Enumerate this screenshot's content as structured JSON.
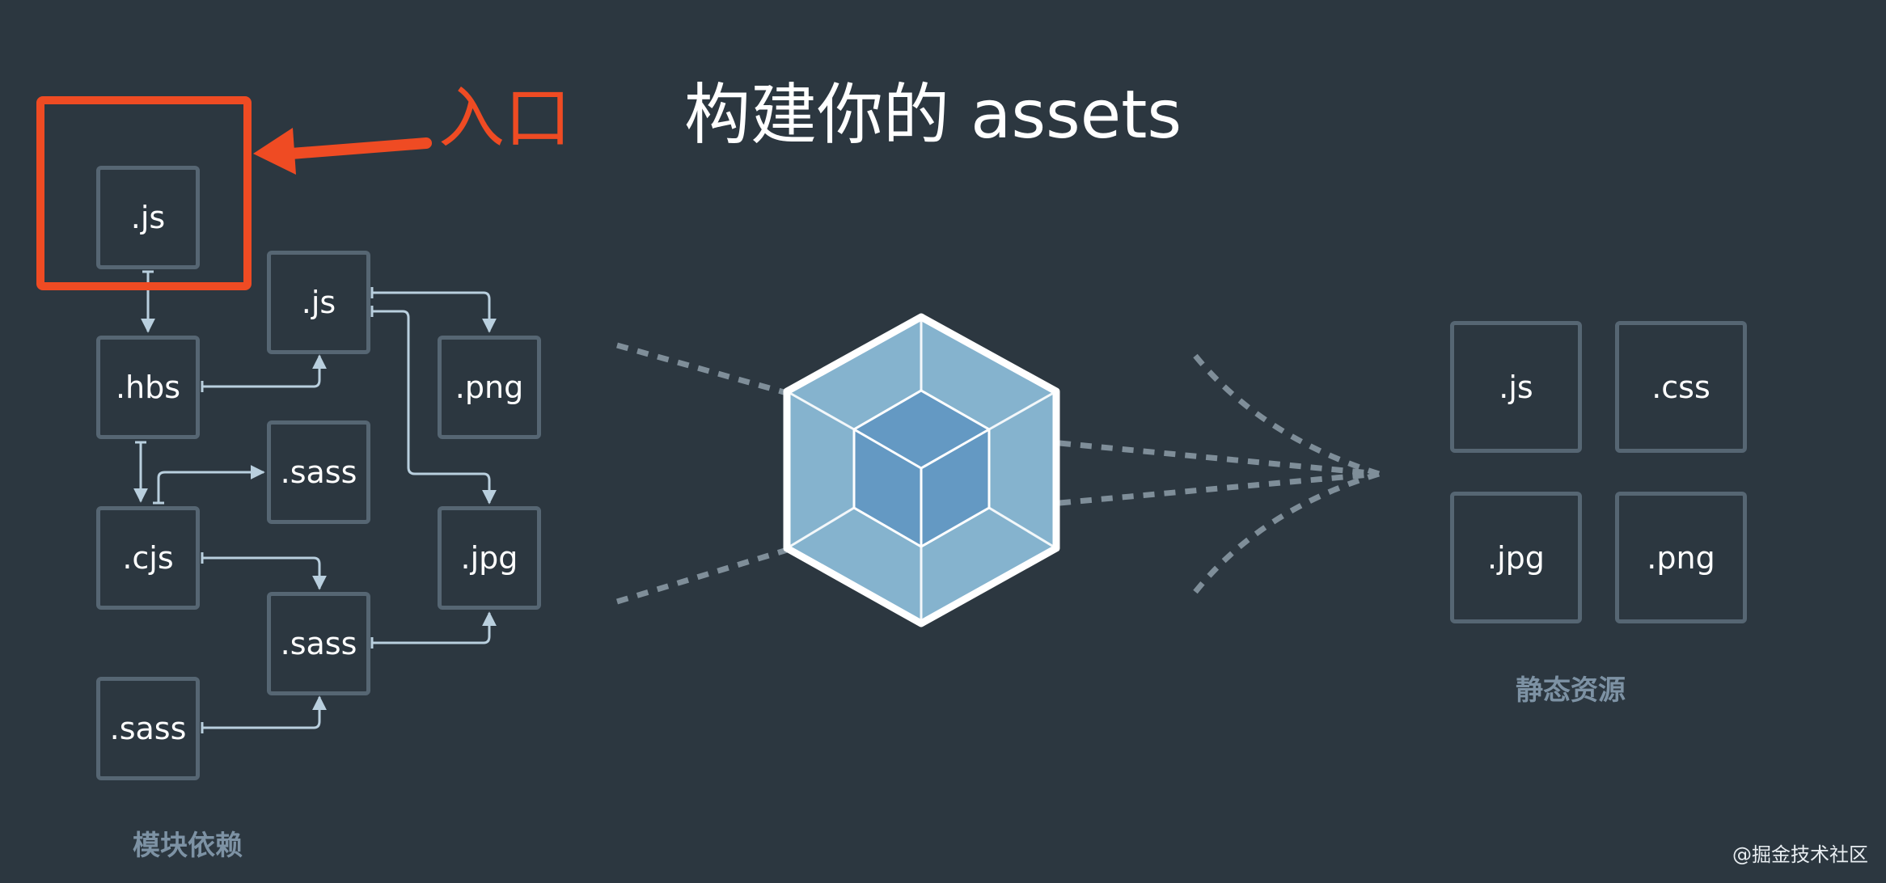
{
  "title": "构建你的 assets",
  "entry": {
    "label": "入口"
  },
  "modules": {
    "caption": "模块依赖",
    "js_entry": ".js",
    "js": ".js",
    "hbs": ".hbs",
    "png": ".png",
    "sass1": ".sass",
    "cjs": ".cjs",
    "jpg": ".jpg",
    "sass2": ".sass",
    "sass3": ".sass"
  },
  "assets": {
    "caption": "静态资源",
    "js": ".js",
    "css": ".css",
    "jpg": ".jpg",
    "png": ".png"
  },
  "watermark": "@掘金技术社区",
  "colors": {
    "background": "#2c3740",
    "accent_red": "#ef4b23",
    "box_border": "#566673",
    "arrow": "#b9cfde",
    "caption": "#7d92a4",
    "cube_outer": "#85b3ce",
    "cube_inner": "#6499c3"
  },
  "icons": [
    "webpack-cube-icon"
  ]
}
